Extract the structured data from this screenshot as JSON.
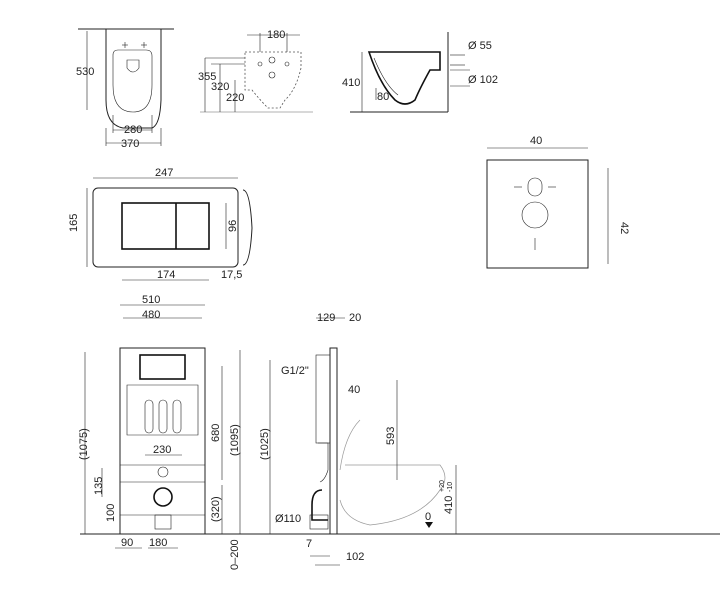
{
  "top_view": {
    "depth": "530",
    "inner_width": "280",
    "outer_width": "370"
  },
  "mounting_view": {
    "hole_spacing": "180",
    "h1": "355",
    "h2": "320",
    "h3": "220"
  },
  "side_bowl": {
    "height": "410",
    "outlet_height": "80",
    "inlet_diameter": "Ø 55",
    "outlet_diameter": "Ø 102"
  },
  "flush_plate": {
    "width": "247",
    "height": "165",
    "button_height": "96",
    "button_width": "174",
    "depth": "17,5"
  },
  "sound_pad": {
    "width": "40",
    "height": "42"
  },
  "frame_front": {
    "outer_width": "510",
    "inner_width": "480",
    "total_height": "(1075)",
    "tank_height": "680",
    "frame_height": "(1095)",
    "bolt_spacing": "230",
    "d135": "135",
    "d100": "100",
    "d320": "(320)",
    "d90": "90",
    "d180": "180",
    "foot_adjust": "0–200"
  },
  "frame_side": {
    "depth": "129",
    "d20": "20",
    "water_connection": "G1/2\"",
    "d40": "40",
    "d593": "593",
    "height": "(1025)",
    "drain_diameter": "Ø110",
    "d7": "7",
    "d102": "102",
    "floor_level": "0",
    "seat_height": "410",
    "seat_tol_plus": "+20",
    "seat_tol_minus": "-10"
  }
}
